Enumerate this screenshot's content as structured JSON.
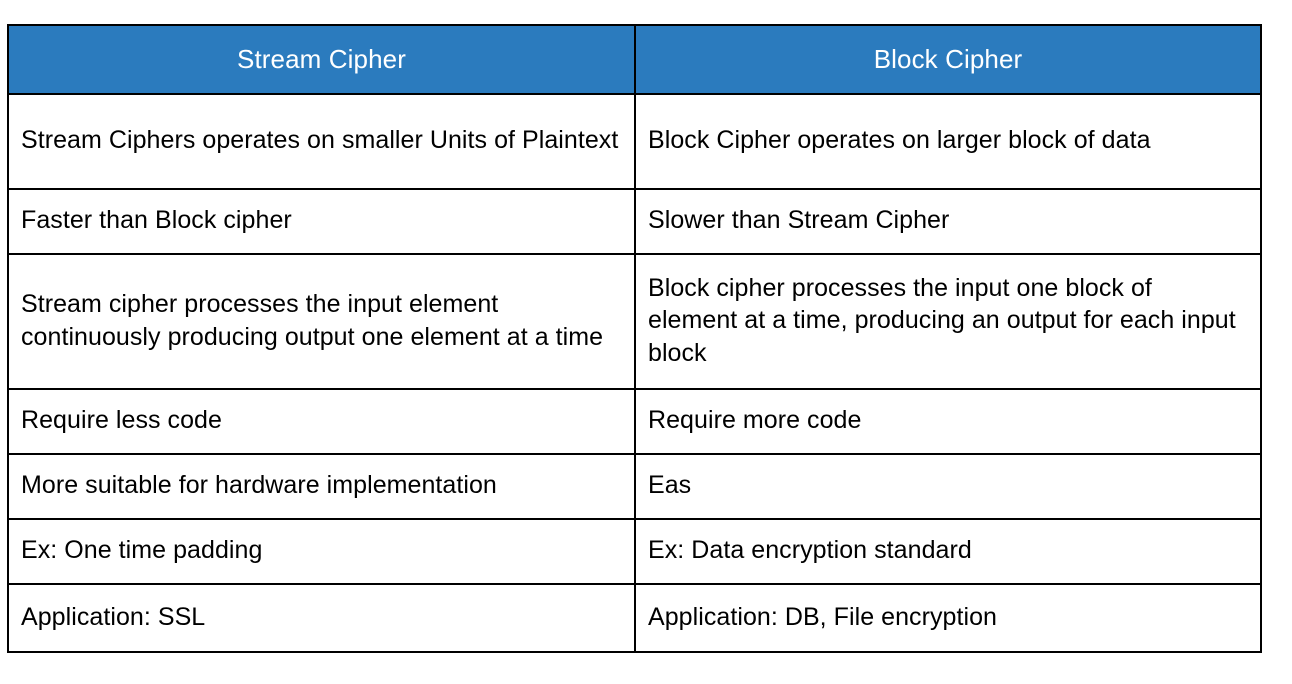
{
  "table": {
    "columns": [
      {
        "id": "stream-cipher",
        "header": "Stream Cipher"
      },
      {
        "id": "block-cipher",
        "header": "Block Cipher"
      }
    ],
    "header_background": "#2B7BBE",
    "header_text_color": "#FFFFFF",
    "border_color": "#000000",
    "body_background": "#FFFFFF",
    "body_text_color": "#000000",
    "rows": [
      {
        "left": "Stream Ciphers operates on smaller Units of Plaintext",
        "right": "Block Cipher operates on larger block of data"
      },
      {
        "left": "Faster than Block cipher",
        "right": "Slower than Stream Cipher"
      },
      {
        "left": "Stream cipher processes the input element continuously producing output one element at a time",
        "right": "Block cipher processes the input one block of element at a time, producing an output for each input block"
      },
      {
        "left": "Require less code",
        "right": "Require more code"
      },
      {
        "left": "More suitable for hardware implementation",
        "right": "Eas"
      },
      {
        "left": "Ex: One time padding",
        "right": "Ex: Data encryption standard"
      },
      {
        "left": "Application: SSL",
        "right": "Application: DB, File encryption"
      }
    ]
  }
}
